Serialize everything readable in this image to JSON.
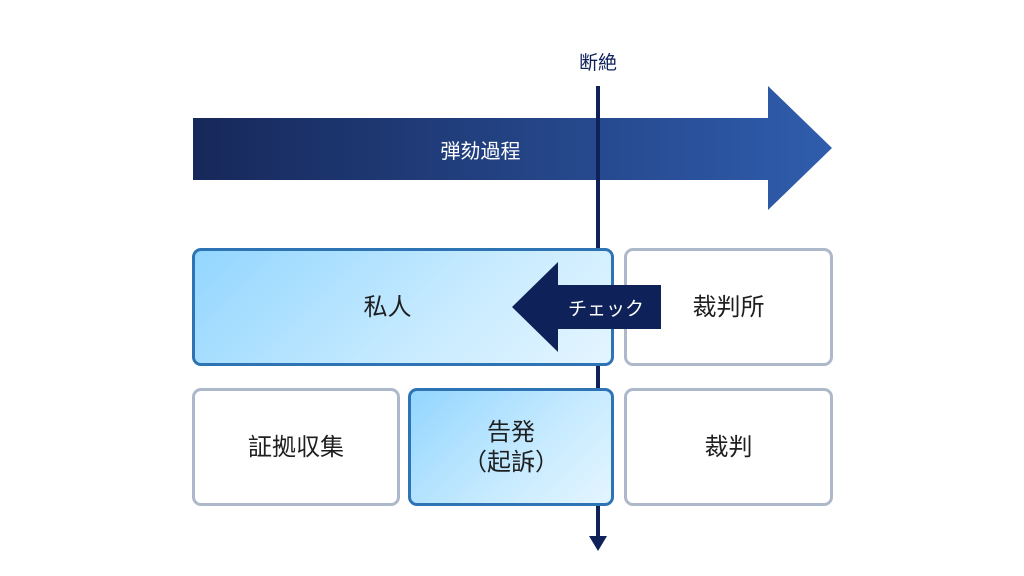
{
  "title_label": "断絶",
  "process_arrow": {
    "label": "弾劾過程"
  },
  "private_box": {
    "label": "私人"
  },
  "check_arrow": {
    "label": "チェック"
  },
  "court_box": {
    "label": "裁判所"
  },
  "evidence_box": {
    "label": "証拠収集"
  },
  "prosecution_box": {
    "label": "告発\n（起訴）"
  },
  "trial_box": {
    "label": "裁判"
  },
  "colors": {
    "navy": "#0e2159",
    "arrow_gradient_start": "#1a2a5c",
    "arrow_gradient_end": "#2e5aa8",
    "box_border_blue": "#2e74b5",
    "box_border_gray": "#adb9ca"
  }
}
